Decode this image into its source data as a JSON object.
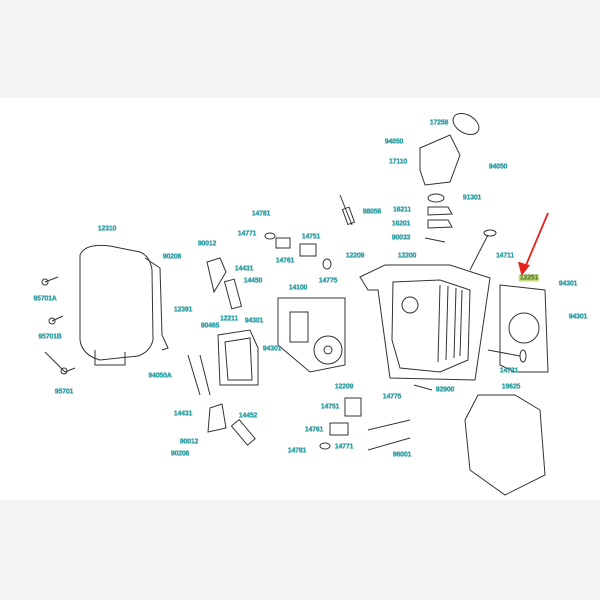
{
  "highlight_color": "#c6dd7a",
  "label_color": "#2aa8ad",
  "arrow_color": "#e8201c",
  "labels": [
    "12310",
    "95701A",
    "95701B",
    "95701",
    "90012",
    "90206",
    "14431",
    "14450",
    "12391",
    "90465",
    "12211",
    "94301",
    "94301",
    "94050A",
    "14431",
    "14452",
    "90012",
    "90206",
    "14781",
    "14771",
    "14761",
    "14751",
    "14775",
    "14100",
    "98056",
    "12209",
    "12200",
    "17258",
    "94050",
    "17110",
    "94050",
    "91301",
    "16211",
    "16201",
    "90033",
    "14711",
    "12251",
    "94301",
    "94301",
    "14721",
    "19625",
    "92900",
    "12209",
    "14775",
    "14751",
    "14761",
    "14781",
    "14771",
    "96001"
  ],
  "highlighted_part": "12251"
}
